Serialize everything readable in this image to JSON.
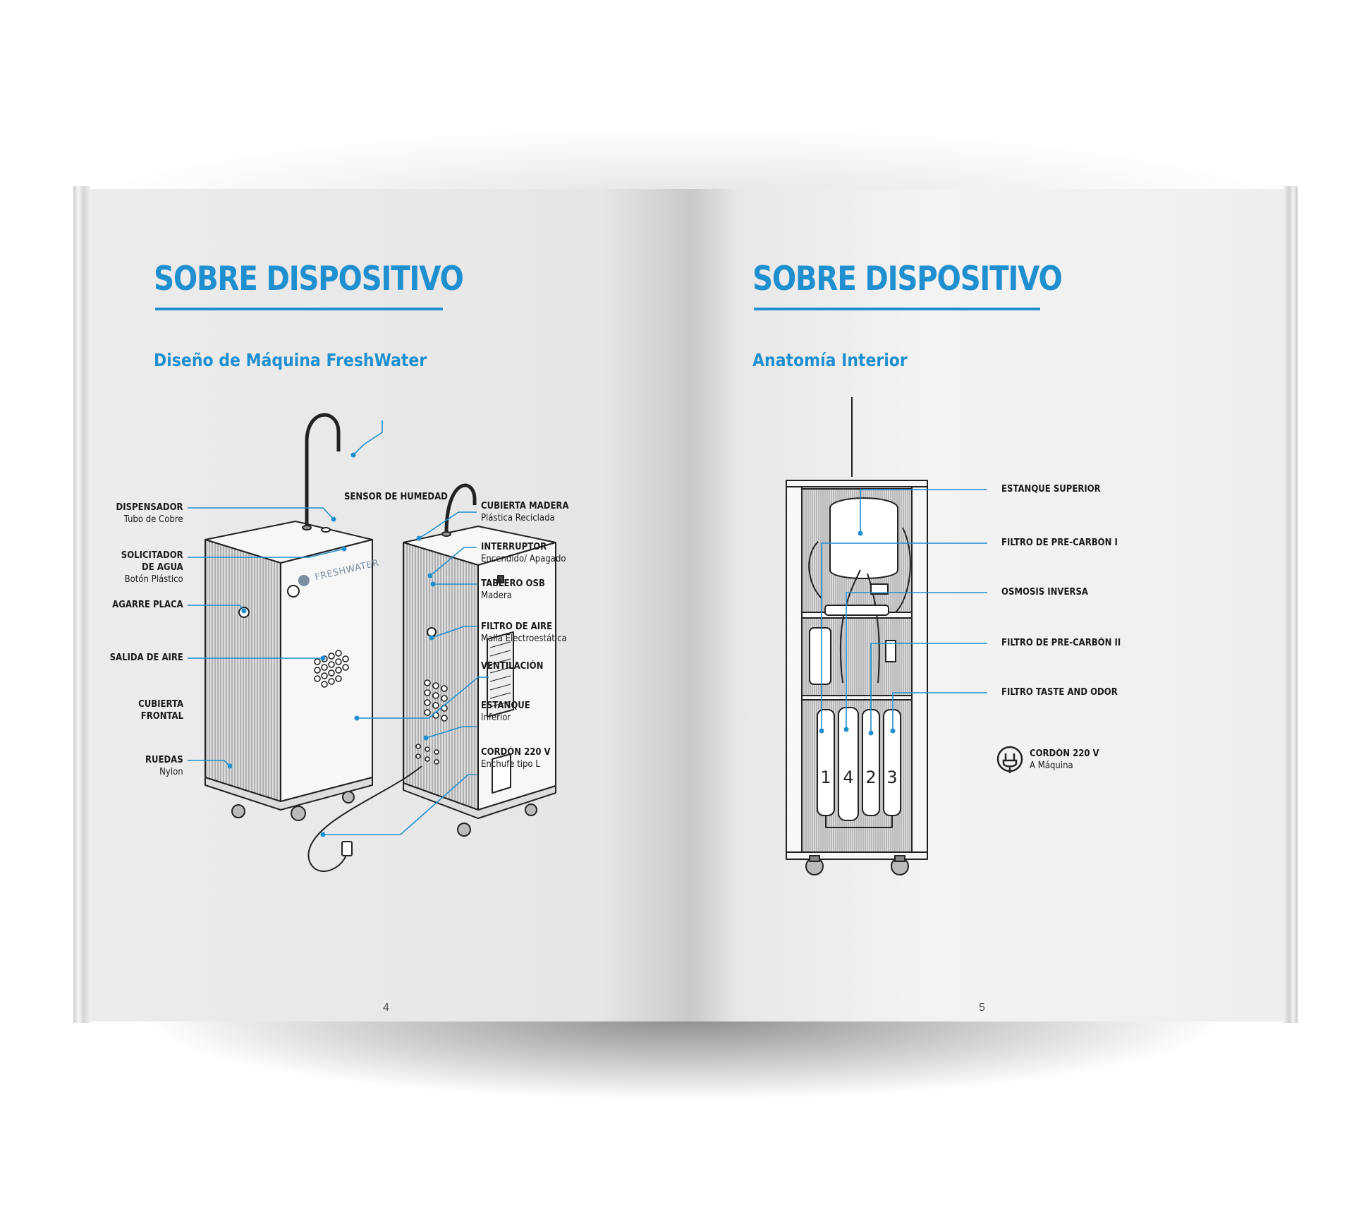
{
  "left_page": {
    "title": "SOBRE DISPOSITIVO",
    "subtitle": "Diseño de Máquina FreshWater",
    "page_number": "4",
    "brand": "FRESHWATER",
    "callouts": {
      "dispensador": {
        "title": "DISPENSADOR",
        "sub": "Tubo de Cobre"
      },
      "solicitador_l1": "SOLICITADOR",
      "solicitador_l2": "DE AGUA",
      "solicitador_sub": "Botón Plástico",
      "agarre": {
        "title": "AGARRE PLACA"
      },
      "salida": {
        "title": "SALIDA DE AIRE"
      },
      "cubierta_l1": "CUBIERTA",
      "cubierta_l2": "FRONTAL",
      "ruedas": {
        "title": "RUEDAS",
        "sub": "Nylon"
      },
      "sensor": {
        "title": "SENSOR DE HUMEDAD"
      },
      "cubierta_madera": {
        "title": "CUBIERTA MADERA",
        "sub": "Plástica Reciclada"
      },
      "interruptor": {
        "title": "INTERRUPTOR",
        "sub": "Encendido/ Apagado"
      },
      "tablero": {
        "title": "TABLERO OSB",
        "sub": "Madera"
      },
      "filtro_aire": {
        "title": "FILTRO DE AIRE",
        "sub": "Malla Electroestática"
      },
      "ventilacion": {
        "title": "VENTILACIÓN"
      },
      "estanque": {
        "title": "ESTANQUE",
        "sub": "Inferior"
      },
      "cordon": {
        "title": "CORDÓN 220 V",
        "sub": "Enchufe tipo L"
      }
    }
  },
  "right_page": {
    "title": "SOBRE DISPOSITIVO",
    "subtitle": "Anatomía Interior",
    "page_number": "5",
    "callouts": {
      "estanque_superior": "ESTANQUE SUPERIOR",
      "filtro_pre1": "FILTRO DE PRE-CARBÓN I",
      "osmosis": "OSMOSIS INVERSA",
      "filtro_pre2": "FILTRO DE PRE-CARBÓN II",
      "filtro_taste": "FILTRO TASTE AND ODOR",
      "cordon": {
        "title": "CORDÓN 220 V",
        "sub": "A Máquina"
      }
    },
    "filter_numbers": [
      "1",
      "4",
      "2",
      "3"
    ]
  },
  "colors": {
    "accent": "#1f8fcf",
    "ink": "#1a1a1a",
    "paper": "#ececec"
  }
}
